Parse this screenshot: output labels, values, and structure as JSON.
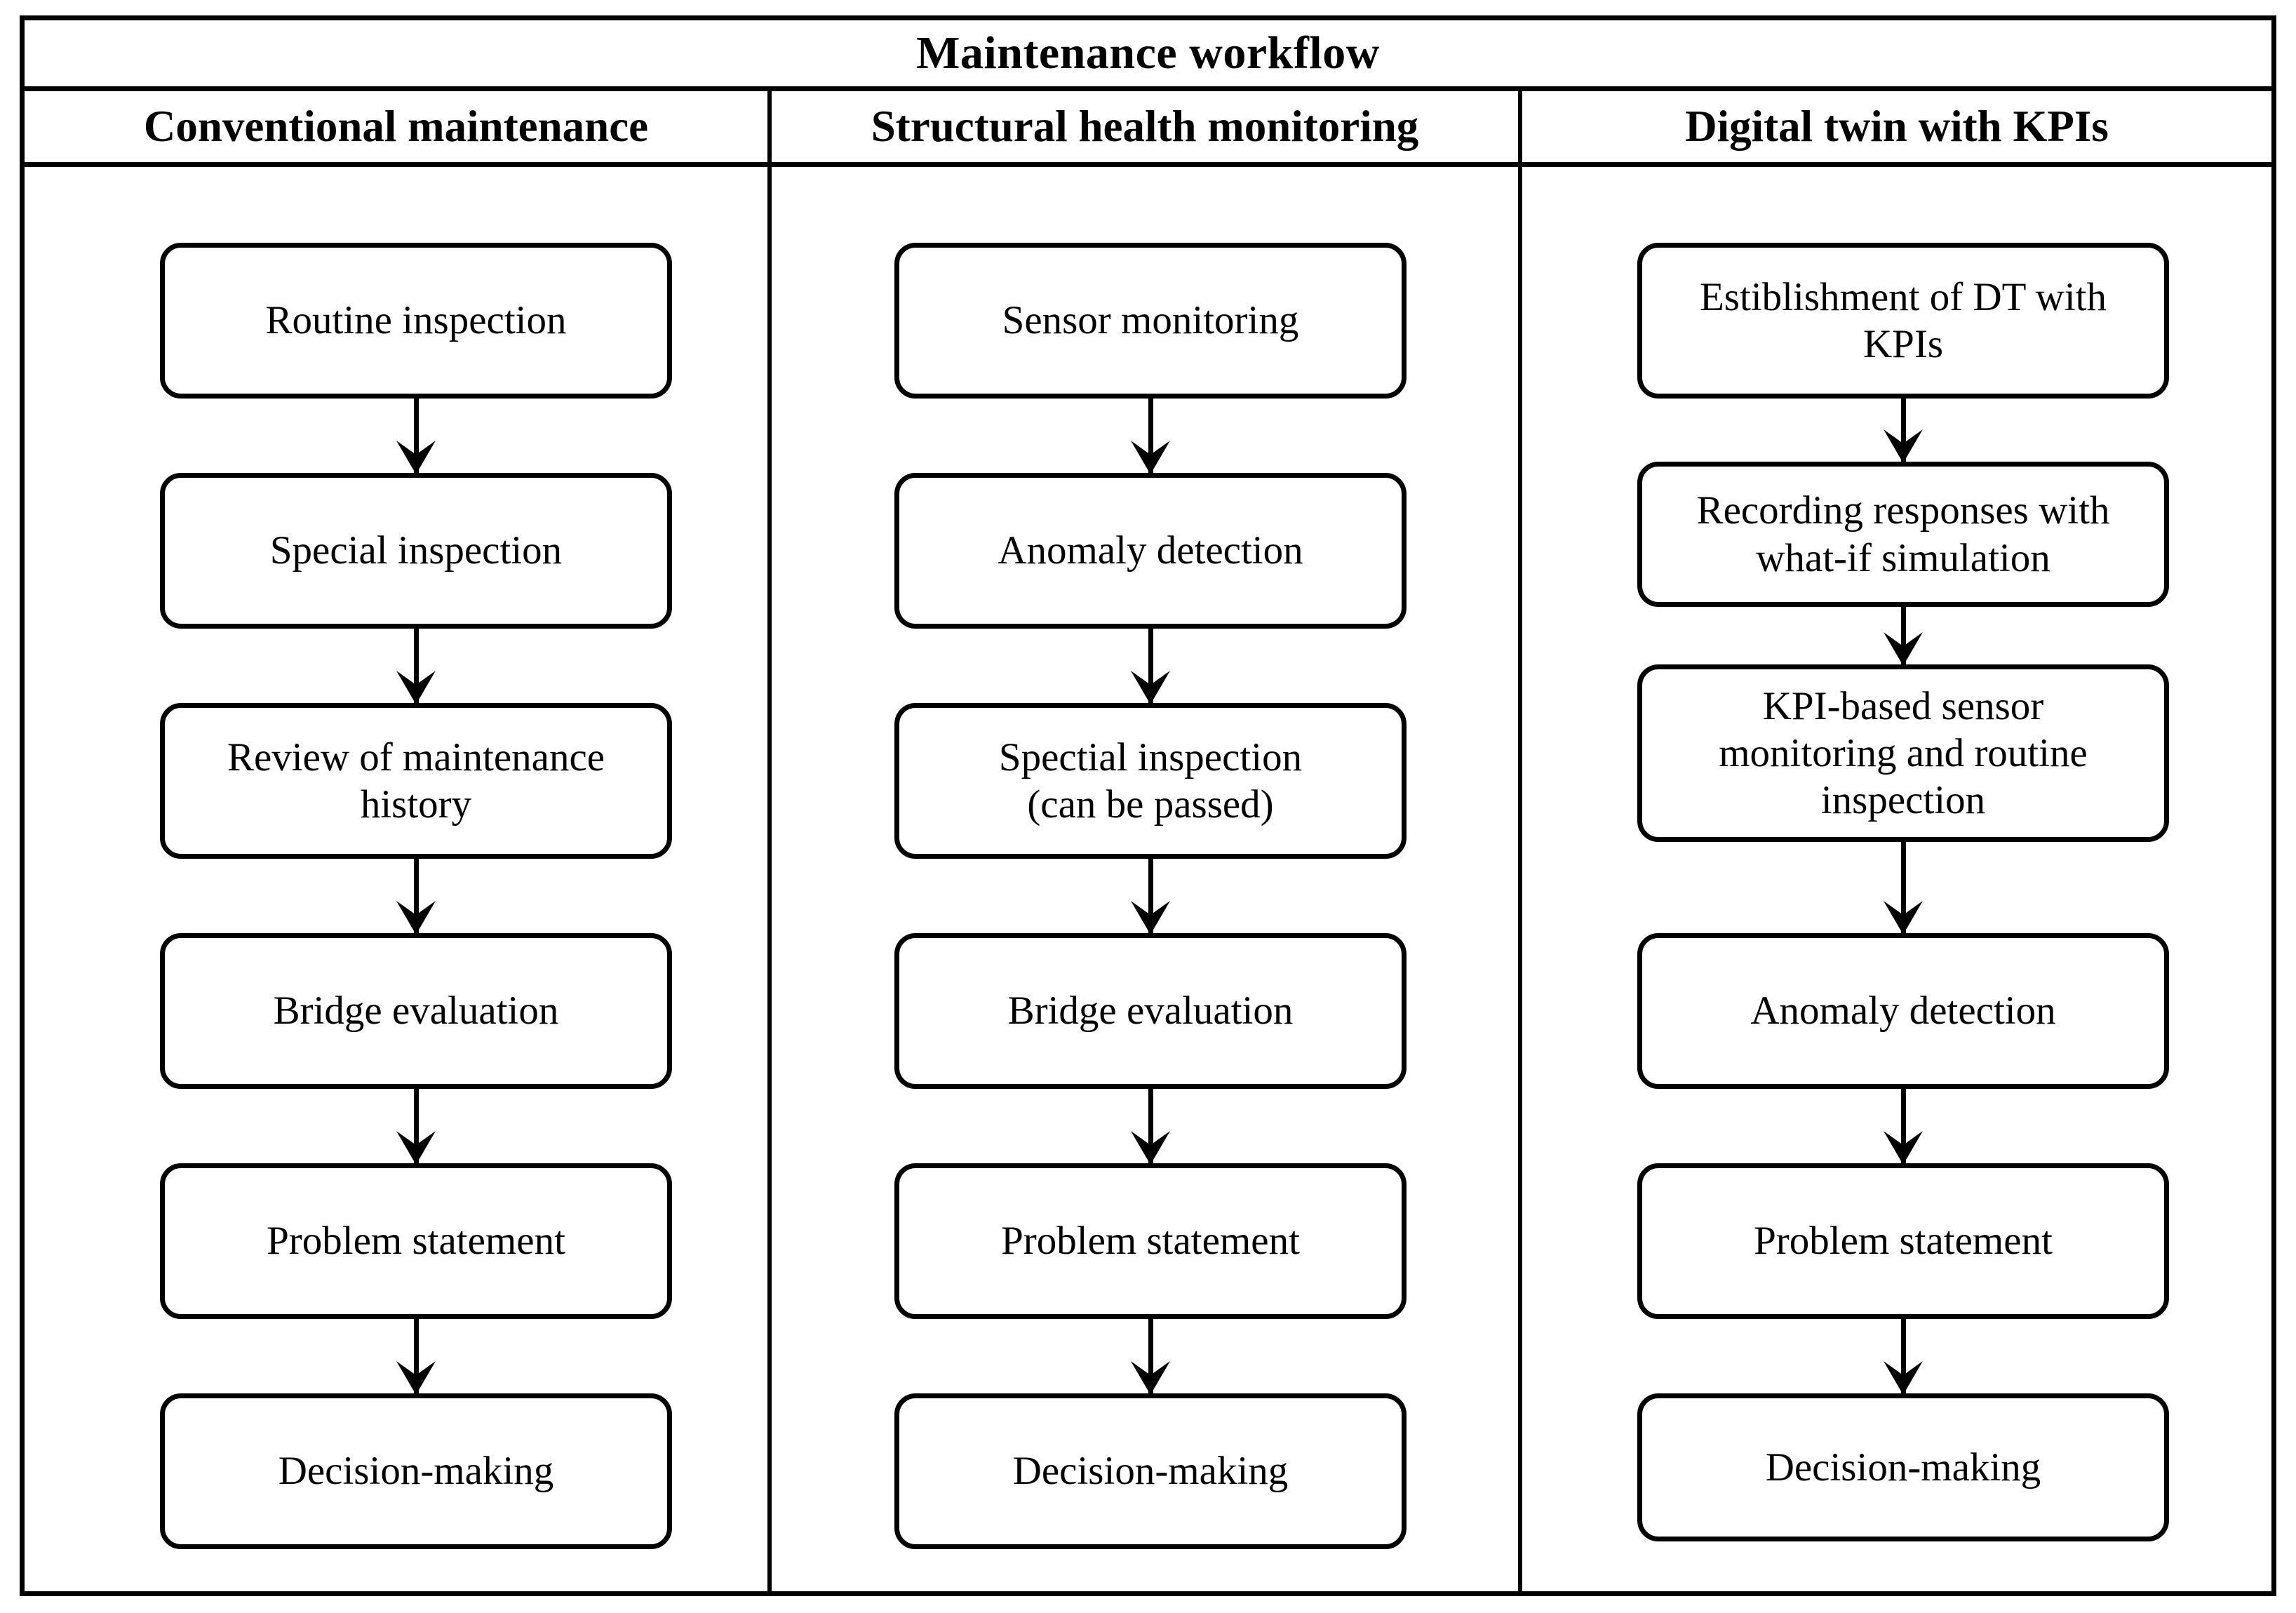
{
  "figure": {
    "title": "Maintenance workflow",
    "type": "flowchart-comparison",
    "columns": [
      {
        "header": "Conventional maintenance",
        "steps": [
          "Routine inspection",
          "Special inspection",
          "Review of maintenance\nhistory",
          "Bridge evaluation",
          "Problem statement",
          "Decision-making"
        ]
      },
      {
        "header": "Structural health monitoring",
        "steps": [
          "Sensor monitoring",
          "Anomaly detection",
          "Spectial inspection\n(can be passed)",
          "Bridge evaluation",
          "Problem statement",
          "Decision-making"
        ]
      },
      {
        "header": "Digital twin with KPIs",
        "steps": [
          "Estiblishment of DT with\nKPIs",
          "Recording responses with\nwhat-if simulation",
          "KPI-based sensor\nmonitoring and routine\ninspection",
          "Anomaly detection",
          "Problem statement",
          "Decision-making"
        ]
      }
    ],
    "colors": {
      "line": "#000000",
      "background": "#ffffff",
      "text": "#000000"
    }
  }
}
